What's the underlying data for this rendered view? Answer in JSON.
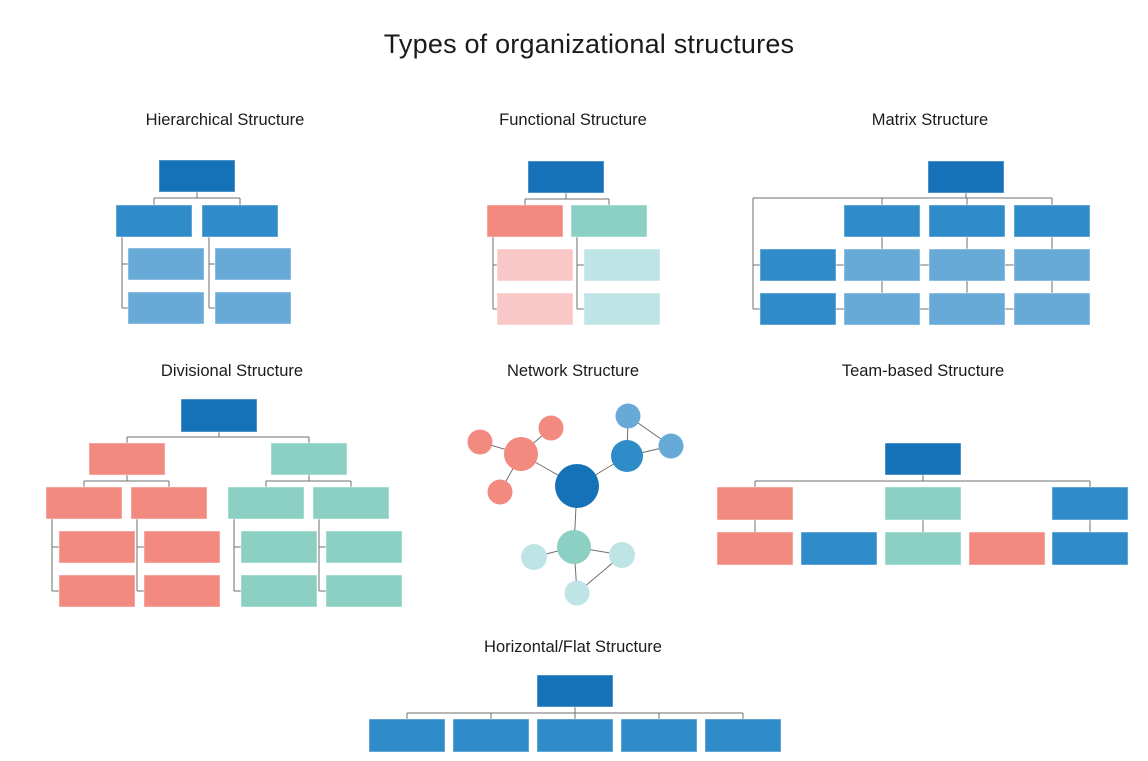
{
  "page_title": "Types of organizational structures",
  "palette": {
    "dark_blue": "#1572b8",
    "mid_blue": "#2f8cc9",
    "light_blue": "#68aad7",
    "salmon": "#f28a80",
    "light_salmon": "#f9c7c6",
    "teal": "#8bd0c3",
    "light_teal": "#bfe4e6",
    "connector": "#6f6f6f",
    "title_color": "#1b1b1b"
  },
  "panels": [
    {
      "id": "hierarchical",
      "title": "Hierarchical Structure"
    },
    {
      "id": "functional",
      "title": "Functional Structure"
    },
    {
      "id": "matrix",
      "title": "Matrix Structure"
    },
    {
      "id": "divisional",
      "title": "Divisional Structure"
    },
    {
      "id": "network",
      "title": "Network Structure"
    },
    {
      "id": "team_based",
      "title": "Team-based Structure"
    },
    {
      "id": "horizontal_flat",
      "title": "Horizontal/Flat Structure"
    }
  ],
  "shapes": {
    "hierarchical": {
      "lines": [
        [
          197,
          192,
          197,
          198
        ],
        [
          154,
          198,
          240,
          198
        ],
        [
          154,
          198,
          154,
          205
        ],
        [
          240,
          198,
          240,
          205
        ],
        [
          122,
          237,
          122,
          308
        ],
        [
          122,
          264,
          128,
          264
        ],
        [
          122,
          308,
          128,
          308
        ],
        [
          209,
          237,
          209,
          308
        ],
        [
          209,
          264,
          215,
          264
        ],
        [
          209,
          308,
          215,
          308
        ]
      ],
      "rects": [
        [
          159,
          160,
          76,
          32,
          "dark_blue"
        ],
        [
          116,
          205,
          76,
          32,
          "mid_blue"
        ],
        [
          202,
          205,
          76,
          32,
          "mid_blue"
        ],
        [
          128,
          248,
          76,
          32,
          "light_blue"
        ],
        [
          128,
          292,
          76,
          32,
          "light_blue"
        ],
        [
          215,
          248,
          76,
          32,
          "light_blue"
        ],
        [
          215,
          292,
          76,
          32,
          "light_blue"
        ]
      ]
    },
    "functional": {
      "lines": [
        [
          566,
          193,
          566,
          199
        ],
        [
          525,
          199,
          609,
          199
        ],
        [
          525,
          199,
          525,
          205
        ],
        [
          609,
          199,
          609,
          205
        ],
        [
          493,
          237,
          493,
          309
        ],
        [
          493,
          265,
          497,
          265
        ],
        [
          493,
          309,
          497,
          309
        ],
        [
          577,
          237,
          577,
          309
        ],
        [
          577,
          265,
          584,
          265
        ],
        [
          577,
          309,
          584,
          309
        ]
      ],
      "rects": [
        [
          528,
          161,
          76,
          32,
          "dark_blue"
        ],
        [
          487,
          205,
          76,
          32,
          "salmon"
        ],
        [
          571,
          205,
          76,
          32,
          "teal"
        ],
        [
          497,
          249,
          76,
          32,
          "light_salmon"
        ],
        [
          497,
          293,
          76,
          32,
          "light_salmon"
        ],
        [
          584,
          249,
          76,
          32,
          "light_teal"
        ],
        [
          584,
          293,
          76,
          32,
          "light_teal"
        ]
      ]
    },
    "matrix": {
      "lines": [
        [
          966,
          193,
          966,
          198
        ],
        [
          753,
          198,
          1052,
          198
        ],
        [
          882,
          198,
          882,
          205
        ],
        [
          967,
          198,
          967,
          205
        ],
        [
          1052,
          198,
          1052,
          205
        ],
        [
          753,
          198,
          753,
          309
        ],
        [
          753,
          265,
          760,
          265
        ],
        [
          753,
          309,
          760,
          309
        ],
        [
          882,
          237,
          882,
          249
        ],
        [
          967,
          237,
          967,
          249
        ],
        [
          1052,
          237,
          1052,
          249
        ],
        [
          882,
          281,
          882,
          293
        ],
        [
          967,
          281,
          967,
          293
        ],
        [
          1052,
          281,
          1052,
          293
        ],
        [
          836,
          265,
          844,
          265
        ],
        [
          920,
          265,
          929,
          265
        ],
        [
          1005,
          265,
          1014,
          265
        ],
        [
          836,
          309,
          844,
          309
        ],
        [
          920,
          309,
          929,
          309
        ],
        [
          1005,
          309,
          1014,
          309
        ]
      ],
      "rects": [
        [
          928,
          161,
          76,
          32,
          "dark_blue"
        ],
        [
          844,
          205,
          76,
          32,
          "mid_blue"
        ],
        [
          929,
          205,
          76,
          32,
          "mid_blue"
        ],
        [
          1014,
          205,
          76,
          32,
          "mid_blue"
        ],
        [
          760,
          249,
          76,
          32,
          "mid_blue"
        ],
        [
          844,
          249,
          76,
          32,
          "light_blue"
        ],
        [
          929,
          249,
          76,
          32,
          "light_blue"
        ],
        [
          1014,
          249,
          76,
          32,
          "light_blue"
        ],
        [
          760,
          293,
          76,
          32,
          "mid_blue"
        ],
        [
          844,
          293,
          76,
          32,
          "light_blue"
        ],
        [
          929,
          293,
          76,
          32,
          "light_blue"
        ],
        [
          1014,
          293,
          76,
          32,
          "light_blue"
        ]
      ]
    },
    "divisional": {
      "lines": [
        [
          219,
          432,
          219,
          437
        ],
        [
          127,
          437,
          309,
          437
        ],
        [
          127,
          437,
          127,
          443
        ],
        [
          309,
          437,
          309,
          443
        ],
        [
          127,
          475,
          127,
          481
        ],
        [
          84,
          481,
          169,
          481
        ],
        [
          84,
          481,
          84,
          487
        ],
        [
          169,
          481,
          169,
          487
        ],
        [
          309,
          475,
          309,
          481
        ],
        [
          266,
          481,
          351,
          481
        ],
        [
          266,
          481,
          266,
          487
        ],
        [
          351,
          481,
          351,
          487
        ],
        [
          52,
          519,
          52,
          591
        ],
        [
          52,
          547,
          59,
          547
        ],
        [
          52,
          591,
          59,
          591
        ],
        [
          137,
          519,
          137,
          591
        ],
        [
          137,
          547,
          144,
          547
        ],
        [
          137,
          591,
          144,
          591
        ],
        [
          234,
          519,
          234,
          591
        ],
        [
          234,
          547,
          241,
          547
        ],
        [
          234,
          591,
          241,
          591
        ],
        [
          319,
          519,
          319,
          591
        ],
        [
          319,
          547,
          326,
          547
        ],
        [
          319,
          591,
          326,
          591
        ]
      ],
      "rects": [
        [
          181,
          399,
          76,
          33,
          "dark_blue"
        ],
        [
          89,
          443,
          76,
          32,
          "salmon"
        ],
        [
          271,
          443,
          76,
          32,
          "teal"
        ],
        [
          46,
          487,
          76,
          32,
          "salmon"
        ],
        [
          131,
          487,
          76,
          32,
          "salmon"
        ],
        [
          228,
          487,
          76,
          32,
          "teal"
        ],
        [
          313,
          487,
          76,
          32,
          "teal"
        ],
        [
          59,
          531,
          76,
          32,
          "salmon"
        ],
        [
          59,
          575,
          76,
          32,
          "salmon"
        ],
        [
          144,
          531,
          76,
          32,
          "salmon"
        ],
        [
          144,
          575,
          76,
          32,
          "salmon"
        ],
        [
          241,
          531,
          76,
          32,
          "teal"
        ],
        [
          241,
          575,
          76,
          32,
          "teal"
        ],
        [
          326,
          531,
          76,
          32,
          "teal"
        ],
        [
          326,
          575,
          76,
          32,
          "teal"
        ]
      ]
    },
    "network": {
      "lines": [
        [
          577,
          486,
          521,
          454
        ],
        [
          577,
          486,
          627,
          456
        ],
        [
          577,
          486,
          574,
          547
        ],
        [
          521,
          454,
          480,
          442
        ],
        [
          521,
          454,
          551,
          428
        ],
        [
          521,
          454,
          500,
          492
        ],
        [
          627,
          456,
          628,
          416
        ],
        [
          627,
          456,
          671,
          446
        ],
        [
          628,
          416,
          671,
          446
        ],
        [
          574,
          547,
          534,
          557
        ],
        [
          574,
          547,
          622,
          555
        ],
        [
          574,
          547,
          577,
          593
        ],
        [
          577,
          593,
          622,
          555
        ]
      ],
      "circles": [
        [
          577,
          486,
          22,
          "dark_blue"
        ],
        [
          521,
          454,
          17,
          "salmon"
        ],
        [
          480,
          442,
          12.5,
          "salmon"
        ],
        [
          551,
          428,
          12.5,
          "salmon"
        ],
        [
          500,
          492,
          12.5,
          "salmon"
        ],
        [
          627,
          456,
          16,
          "mid_blue"
        ],
        [
          628,
          416,
          12.5,
          "light_blue"
        ],
        [
          671,
          446,
          12.5,
          "light_blue"
        ],
        [
          574,
          547,
          17,
          "teal"
        ],
        [
          534,
          557,
          13,
          "light_teal"
        ],
        [
          622,
          555,
          13,
          "light_teal"
        ],
        [
          577,
          593,
          12.5,
          "light_teal"
        ]
      ]
    },
    "team_based": {
      "lines": [
        [
          923,
          475,
          923,
          481
        ],
        [
          755,
          481,
          1090,
          481
        ],
        [
          755,
          481,
          755,
          487
        ],
        [
          1090,
          481,
          1090,
          487
        ],
        [
          755,
          520,
          755,
          532
        ],
        [
          923,
          520,
          923,
          532
        ],
        [
          1090,
          520,
          1090,
          532
        ]
      ],
      "rects": [
        [
          885,
          443,
          76,
          32,
          "dark_blue"
        ],
        [
          717,
          487,
          76,
          33,
          "salmon"
        ],
        [
          885,
          487,
          76,
          33,
          "teal"
        ],
        [
          1052,
          487,
          76,
          33,
          "mid_blue"
        ],
        [
          717,
          532,
          76,
          33,
          "salmon"
        ],
        [
          801,
          532,
          76,
          33,
          "mid_blue"
        ],
        [
          885,
          532,
          76,
          33,
          "teal"
        ],
        [
          969,
          532,
          76,
          33,
          "salmon"
        ],
        [
          1052,
          532,
          76,
          33,
          "mid_blue"
        ]
      ]
    },
    "horizontal_flat": {
      "lines": [
        [
          575,
          707,
          575,
          713
        ],
        [
          407,
          713,
          743,
          713
        ],
        [
          407,
          713,
          407,
          719
        ],
        [
          491,
          713,
          491,
          719
        ],
        [
          575,
          713,
          575,
          719
        ],
        [
          659,
          713,
          659,
          719
        ],
        [
          743,
          713,
          743,
          719
        ]
      ],
      "rects": [
        [
          537,
          675,
          76,
          32,
          "dark_blue"
        ],
        [
          369,
          719,
          76,
          33,
          "mid_blue"
        ],
        [
          453,
          719,
          76,
          33,
          "mid_blue"
        ],
        [
          537,
          719,
          76,
          33,
          "mid_blue"
        ],
        [
          621,
          719,
          76,
          33,
          "mid_blue"
        ],
        [
          705,
          719,
          76,
          33,
          "mid_blue"
        ]
      ]
    }
  }
}
